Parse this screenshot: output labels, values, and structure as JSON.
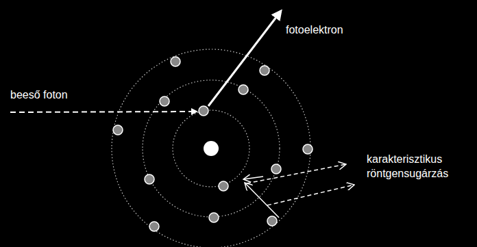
{
  "diagram": {
    "labels": [
      "fotoelektron",
      "beeső foton",
      "karakterisztikus röntgensugárzás"
    ]
  }
}
